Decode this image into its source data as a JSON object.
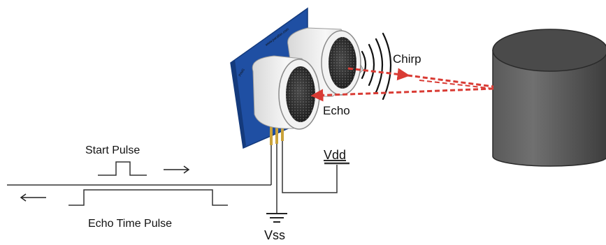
{
  "labels": {
    "chirp": "Chirp",
    "echo": "Echo",
    "start_pulse": "Start Pulse",
    "echo_time_pulse": "Echo Time Pulse",
    "vdd": "Vdd",
    "vss": "Vss"
  },
  "colors": {
    "board": "#1f4fa3",
    "board_edge": "#143a7c",
    "transducer_body": "#e9e9e9",
    "transducer_mesh": "#2b2b2b",
    "signal_arrow": "#d93b34",
    "target_cylinder": "#555555",
    "wire": "#333333",
    "pin": "#c9a23a"
  }
}
